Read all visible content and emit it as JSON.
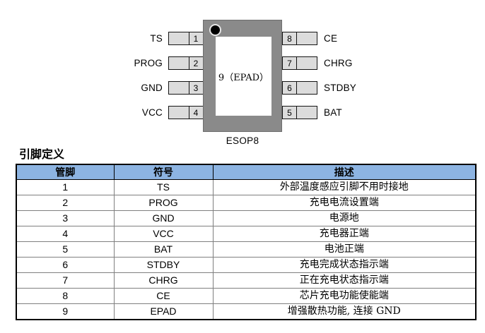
{
  "diagram": {
    "package_label": "ESOP8",
    "epad_label": "9（EPAD）",
    "left_pins": [
      {
        "number": "1",
        "name": "TS"
      },
      {
        "number": "2",
        "name": "PROG"
      },
      {
        "number": "3",
        "name": "GND"
      },
      {
        "number": "4",
        "name": "VCC"
      }
    ],
    "right_pins": [
      {
        "number": "8",
        "name": "CE"
      },
      {
        "number": "7",
        "name": "CHRG"
      },
      {
        "number": "6",
        "name": "STDBY"
      },
      {
        "number": "5",
        "name": "BAT"
      }
    ],
    "colors": {
      "chip_body": "#8a8a8a",
      "pin_fill": "#dcdcdc",
      "pin1_dot": "#000000"
    }
  },
  "section": {
    "title": "引脚定义"
  },
  "table": {
    "header_bg": "#8db4e2",
    "headers": [
      "管脚",
      "符号",
      "描述"
    ],
    "rows": [
      {
        "pin": "1",
        "symbol": "TS",
        "description": "外部温度感应引脚不用时接地"
      },
      {
        "pin": "2",
        "symbol": "PROG",
        "description": "充电电流设置端"
      },
      {
        "pin": "3",
        "symbol": "GND",
        "description": "电源地"
      },
      {
        "pin": "4",
        "symbol": "VCC",
        "description": "充电器正端"
      },
      {
        "pin": "5",
        "symbol": "BAT",
        "description": "电池正端"
      },
      {
        "pin": "6",
        "symbol": "STDBY",
        "description": "充电完成状态指示端"
      },
      {
        "pin": "7",
        "symbol": "CHRG",
        "description": "正在充电状态指示端"
      },
      {
        "pin": "8",
        "symbol": "CE",
        "description": "芯片充电功能使能端"
      },
      {
        "pin": "9",
        "symbol": "EPAD",
        "description": "增强散热功能, 连接 GND"
      }
    ]
  }
}
